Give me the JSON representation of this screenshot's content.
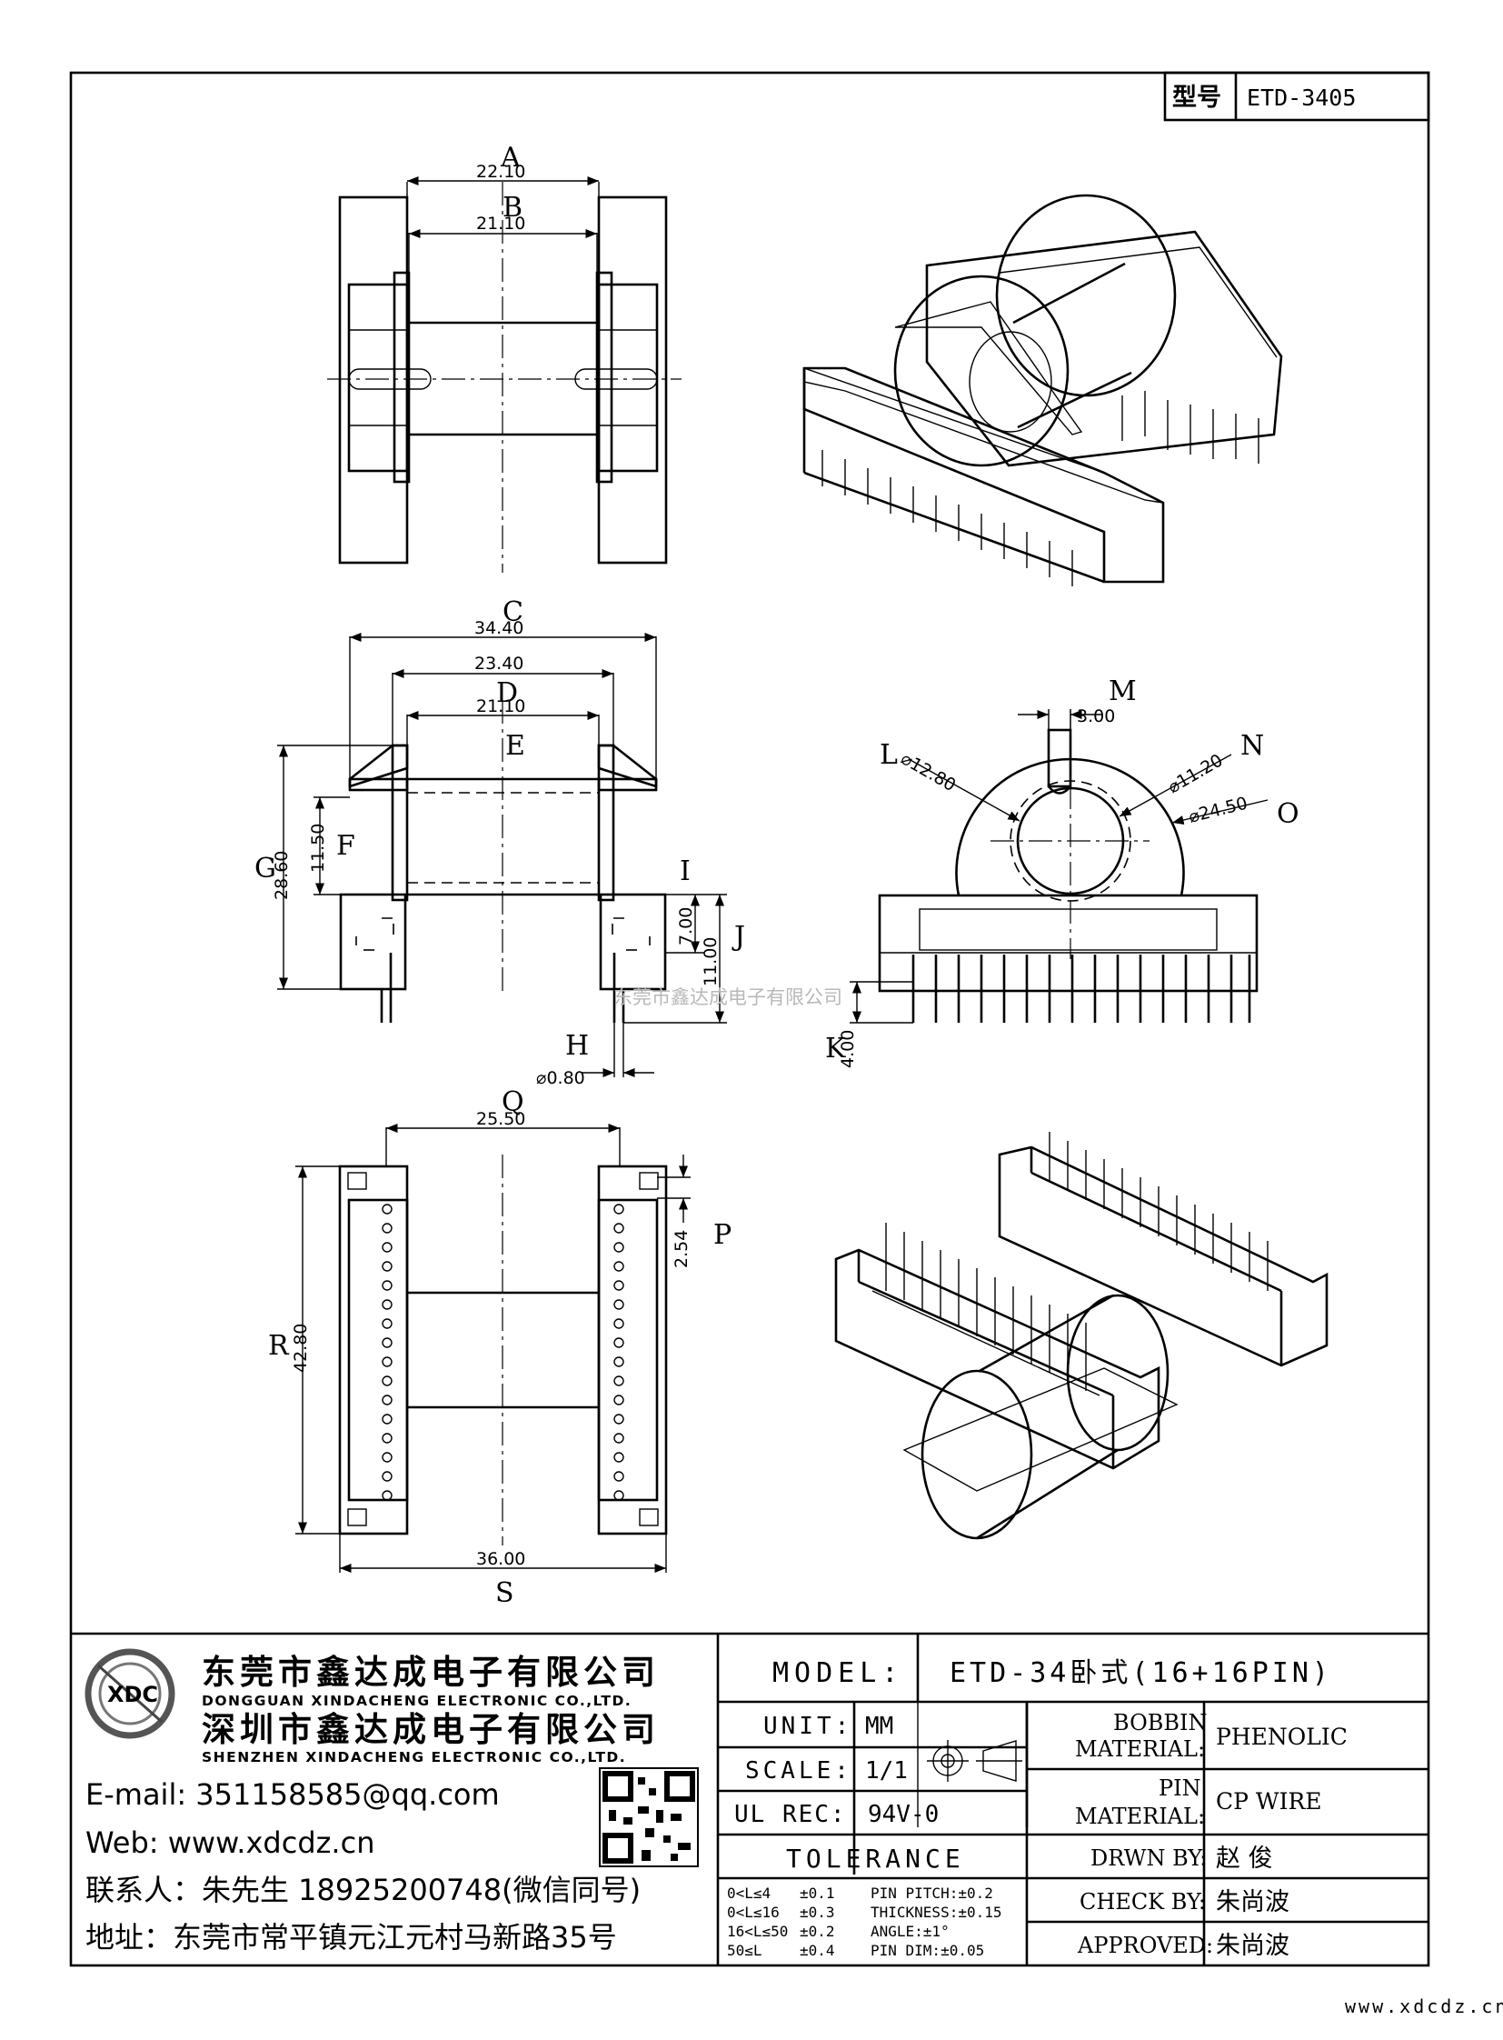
{
  "model_box": {
    "label": "型号",
    "value": "ETD-3405"
  },
  "top_view": {
    "letters": {
      "A": "A",
      "B": "B"
    },
    "dims": {
      "A": "22.10",
      "B": "21.10"
    }
  },
  "front_view": {
    "letters": {
      "C": "C",
      "D": "D",
      "E": "E",
      "F": "F",
      "G": "G",
      "H": "H",
      "I": "I",
      "J": "J"
    },
    "dims": {
      "C": "34.40",
      "C2": "23.40",
      "D": "21.10",
      "F": "11.50",
      "G": "28.60",
      "H": "⌀0.80",
      "I": "7.00",
      "J": "11.00"
    }
  },
  "side_view": {
    "letters": {
      "K": "K",
      "L": "L",
      "M": "M",
      "N": "N",
      "O": "O"
    },
    "dims": {
      "K": "4.00",
      "L": "⌀12.80",
      "M": "3.00",
      "N": "⌀11.20",
      "O": "⌀24.50"
    }
  },
  "bottom_view": {
    "letters": {
      "P": "P",
      "Q": "Q",
      "R": "R",
      "S": "S"
    },
    "dims": {
      "P": "2.54",
      "Q": "25.50",
      "R": "42.80",
      "S": "36.00"
    }
  },
  "watermark": "东莞市鑫达成电子有限公司",
  "company": {
    "logo_text": "XDC",
    "name_dg": "东莞市鑫达成电子有限公司",
    "name_dg_en": "DONGGUAN XINDACHENG ELECTRONIC CO.,LTD.",
    "name_sz": "深圳市鑫达成电子有限公司",
    "name_sz_en": "SHENZHEN XINDACHENG ELECTRONIC CO.,LTD.",
    "email": "E-mail: 351158585@qq.com",
    "web": "Web: www.xdcdz.cn",
    "contact": "联系人：朱先生 18925200748(微信同号)",
    "address": "地址：东莞市常平镇元江元村马新路35号"
  },
  "title_block": {
    "model_label": "MODEL:",
    "model_value": "ETD-34卧式(16+16PIN)",
    "unit_label": "UNIT:",
    "unit_value": "MM",
    "scale_label": "SCALE:",
    "scale_value": "1/1",
    "ul_label": "UL REC:",
    "ul_value": "94V-0",
    "tolerance_label": "TOLERANCE",
    "tolerance_rows": [
      {
        "range": "0<L≤4",
        "tol": "±0.1",
        "extra": "PIN PITCH:±0.2"
      },
      {
        "range": "0<L≤16",
        "tol": "±0.3",
        "extra": "THICKNESS:±0.15"
      },
      {
        "range": "16<L≤50",
        "tol": "±0.2",
        "extra": "ANGLE:±1°"
      },
      {
        "range": "50≤L",
        "tol": "±0.4",
        "extra": "PIN DIM:±0.05"
      }
    ],
    "bobbin_label_1": "BOBBIN",
    "bobbin_label_2": "MATERIAL:",
    "bobbin_value": "PHENOLIC",
    "pin_label_1": "PIN",
    "pin_label_2": "MATERIAL:",
    "pin_value": "CP WIRE",
    "drawn_label": "DRWN BY:",
    "drawn_value": "赵 俊",
    "check_label": "CHECK BY:",
    "check_value": "朱尚波",
    "approved_label": "APPROVED:",
    "approved_value": "朱尚波"
  },
  "footer_url": "www.xdcdz.cn"
}
